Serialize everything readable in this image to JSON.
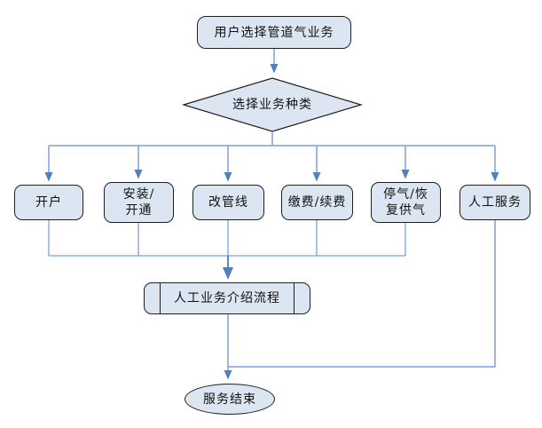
{
  "diagram": {
    "type": "flowchart",
    "background": "#ffffff",
    "nodes": {
      "start": {
        "label": "用户选择管道气业务",
        "shape": "rounded-rectangle"
      },
      "decision": {
        "label": "选择业务种类",
        "shape": "diamond"
      },
      "branches": [
        {
          "lines": [
            "开户"
          ],
          "shape": "rounded-rectangle"
        },
        {
          "lines": [
            "安装/",
            "开通"
          ],
          "shape": "rounded-rectangle"
        },
        {
          "lines": [
            "改管线"
          ],
          "shape": "rounded-rectangle"
        },
        {
          "lines": [
            "缴费/续费"
          ],
          "shape": "rounded-rectangle"
        },
        {
          "lines": [
            "停气/恢",
            "复供气"
          ],
          "shape": "rounded-rectangle"
        },
        {
          "lines": [
            "人工服务"
          ],
          "shape": "rounded-rectangle"
        }
      ],
      "process": {
        "label": "人工业务介绍流程",
        "shape": "predefined-process"
      },
      "end": {
        "label": "服务结束",
        "shape": "terminator-ellipse"
      }
    },
    "colors": {
      "node_fill": "#dce6f2",
      "node_border": "#1f1f1f",
      "connector": "#7da0d4",
      "arrowhead": "#4f81bd",
      "text": "#111111"
    }
  }
}
